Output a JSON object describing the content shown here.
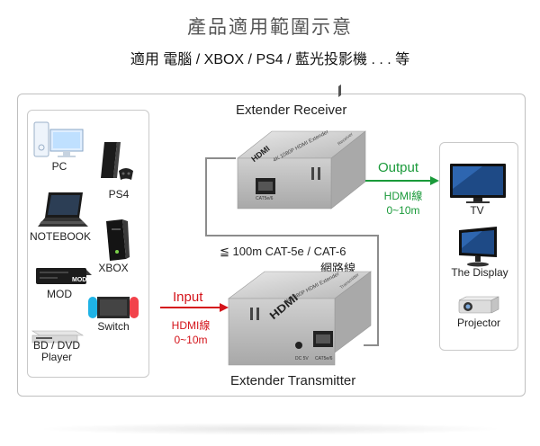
{
  "header": {
    "title": "產品適用範圍示意",
    "subtitle": "適用 電腦 / XBOX / PS4 / 藍光投影機 . . . 等"
  },
  "sources": {
    "pc": "PC",
    "ps4": "PS4",
    "notebook": "NOTEBOOK",
    "xbox": "XBOX",
    "mod": "MOD",
    "switch": "Switch",
    "bd_dvd_line1": "BD / DVD",
    "bd_dvd_line2": "Player",
    "mod_badge": "MOD"
  },
  "receiver": {
    "label": "Extender Receiver",
    "device_text": "4K 1080P HDMI Extender",
    "side_text": "Receiver",
    "logo": "HDMI",
    "port_label": "CAT5e/6"
  },
  "transmitter": {
    "label": "Extender Transmitter",
    "device_text": "4K 1080P HDMI Extender",
    "side_text": "Transmitter",
    "logo": "HDMI",
    "port_label": "CAT5e/6",
    "dc_label": "DC 5V"
  },
  "output": {
    "label": "Output",
    "cable": "HDMI線",
    "range": "0~10m"
  },
  "input": {
    "label": "Input",
    "cable": "HDMI線",
    "range": "0~10m"
  },
  "network": {
    "line1": "≦ 100m CAT-5e / CAT-6",
    "line2": "網路線"
  },
  "destinations": {
    "tv": "TV",
    "display": "The Display",
    "projector": "Projector"
  },
  "colors": {
    "output_green": "#1a9a3a",
    "input_red": "#d4141b",
    "cable_gray": "#8c8c8c"
  }
}
